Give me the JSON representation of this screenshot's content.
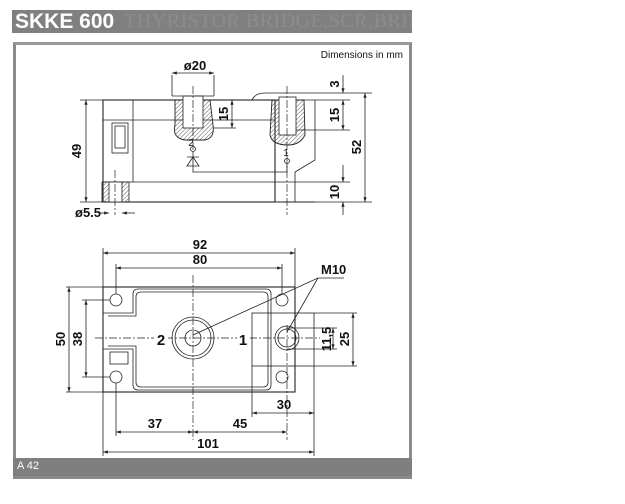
{
  "header": {
    "title": "SKKE 600",
    "watermark": "THYRISTOR BRIDGE,SCR,BRIDGE"
  },
  "drawing": {
    "units_note": "Dimensions in mm",
    "side_view": {
      "dia_terminal": "ø20",
      "dia_mount": "ø5.5",
      "height_body": "49",
      "height_total": "52",
      "top_offset": "3",
      "thread_depth_right": "15",
      "thread_depth_left": "15",
      "base_height": "10",
      "pin_2": "2",
      "pin_1": "1"
    },
    "top_view": {
      "width_total": "92",
      "hole_spacing_x": "80",
      "thread_label": "M10",
      "height_total": "50",
      "hole_spacing_y": "38",
      "terminal_2": "2",
      "terminal_1": "1",
      "block_height": "25",
      "thread_dia_span": "11,5",
      "block_width": "30",
      "dist_left": "37",
      "dist_right": "45",
      "length_total": "101"
    }
  },
  "footer": {
    "page_label": "A 42"
  }
}
